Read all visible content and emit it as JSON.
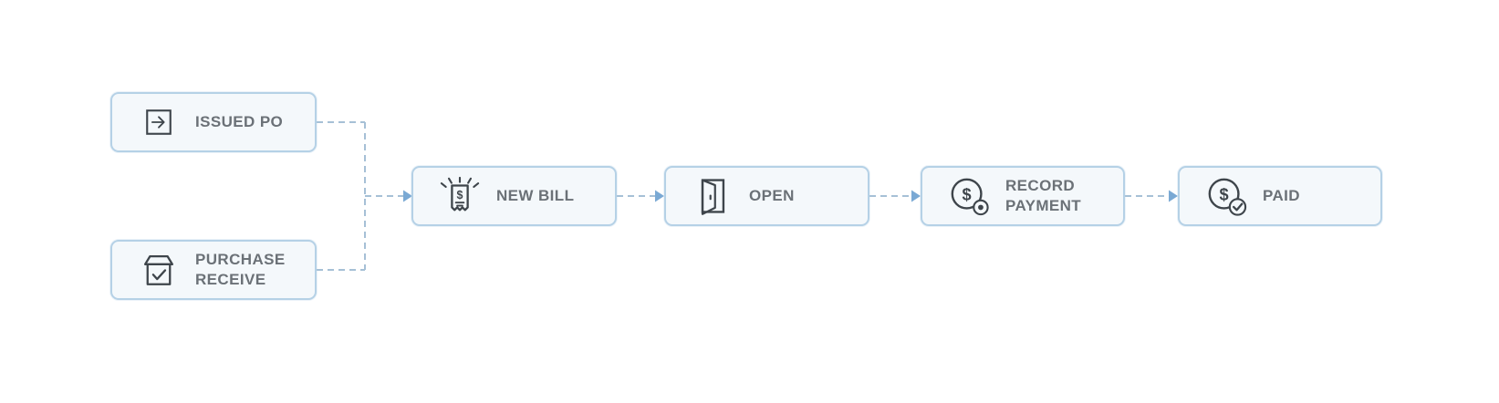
{
  "diagram": {
    "nodes": [
      {
        "id": "issued-po",
        "label": "ISSUED PO",
        "icon": "arrow-right-square-icon"
      },
      {
        "id": "purchase-receive",
        "label": "PURCHASE RECEIVE",
        "icon": "package-check-icon"
      },
      {
        "id": "new-bill",
        "label": "NEW BILL",
        "icon": "new-bill-receipt-icon"
      },
      {
        "id": "open",
        "label": "OPEN",
        "icon": "open-door-icon"
      },
      {
        "id": "record-payment",
        "label": "RECORD PAYMENT",
        "icon": "record-payment-coin-icon"
      },
      {
        "id": "paid",
        "label": "PAID",
        "icon": "paid-coin-check-icon"
      }
    ],
    "connections": [
      {
        "from": "issued-po",
        "to": "new-bill",
        "style": "dashed-arrow"
      },
      {
        "from": "purchase-receive",
        "to": "new-bill",
        "style": "dashed-arrow"
      },
      {
        "from": "new-bill",
        "to": "open",
        "style": "dashed-arrow"
      },
      {
        "from": "open",
        "to": "record-payment",
        "style": "dashed-arrow"
      },
      {
        "from": "record-payment",
        "to": "paid",
        "style": "dashed-arrow"
      }
    ],
    "colors": {
      "background": "#ffffff",
      "node_fill": "#f4f8fb",
      "node_border": "#b5d1e6",
      "label_text": "#6b7177",
      "icon_stroke": "#3e454b",
      "connector_dash": "#a6c0d6",
      "arrowhead": "#7aa9d4"
    }
  }
}
